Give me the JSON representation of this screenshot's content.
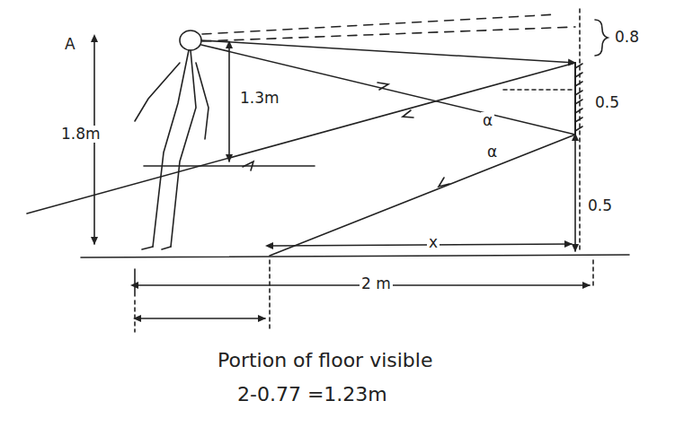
{
  "diagram": {
    "labels": [
      "A",
      "0.8",
      "0.5",
      "1.3m",
      "1.8m",
      "α",
      "α",
      "0.5",
      "x",
      "2 m",
      "Portion of floor visible",
      "2-0.77 =1.23m"
    ]
  }
}
